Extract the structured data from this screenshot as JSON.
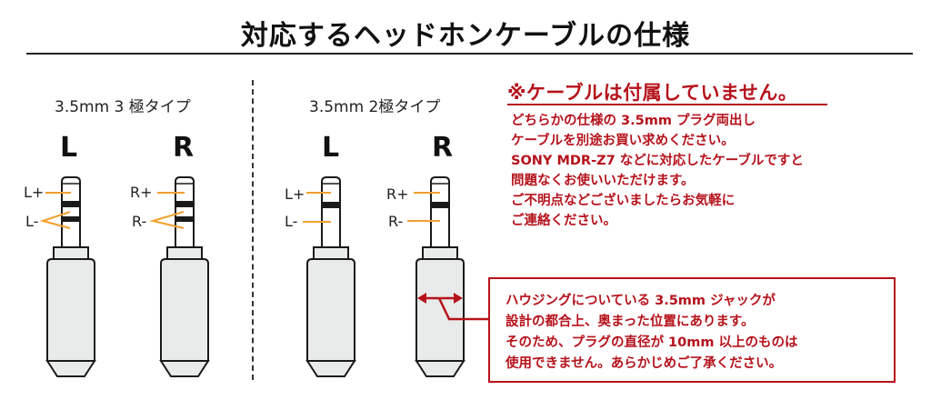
{
  "header": {
    "title": "対応するヘッドホンケーブルの仕様"
  },
  "sections": [
    {
      "label": "3.5mm 3 極タイプ",
      "plugs": [
        {
          "channel": "L",
          "pins": [
            "L+",
            "L-"
          ]
        },
        {
          "channel": "R",
          "pins": [
            "R+",
            "R-"
          ]
        }
      ]
    },
    {
      "label": "3.5mm 2極タイプ",
      "plugs": [
        {
          "channel": "L",
          "pins": [
            "L+",
            "L-"
          ]
        },
        {
          "channel": "R",
          "pins": [
            "R+",
            "R-"
          ]
        }
      ]
    }
  ],
  "warning": {
    "title": "※ケーブルは付属していません。",
    "lines": [
      "どちらかの仕様の 3.5mm プラグ両出し",
      "ケーブルを別途お買い求めください。",
      "SONY MDR-Z7 などに対応したケーブルですと",
      "問題なくお使いいただけます。",
      "ご不明点などございましたらお気軽に",
      "ご連絡ください。"
    ]
  },
  "notice": {
    "lines": [
      "ハウジングについている 3.5mm ジャックが",
      "設計の都合上、奥まった位置にあります。",
      "そのため、プラグの直径が 10mm 以上のものは",
      "使用できません。あらかじめご了承ください。"
    ]
  },
  "colors": {
    "accent_red": "#b5121b",
    "wire_orange": "#f0a030",
    "plug_fill": "#e9eaea",
    "outline": "#1a1a1a"
  }
}
